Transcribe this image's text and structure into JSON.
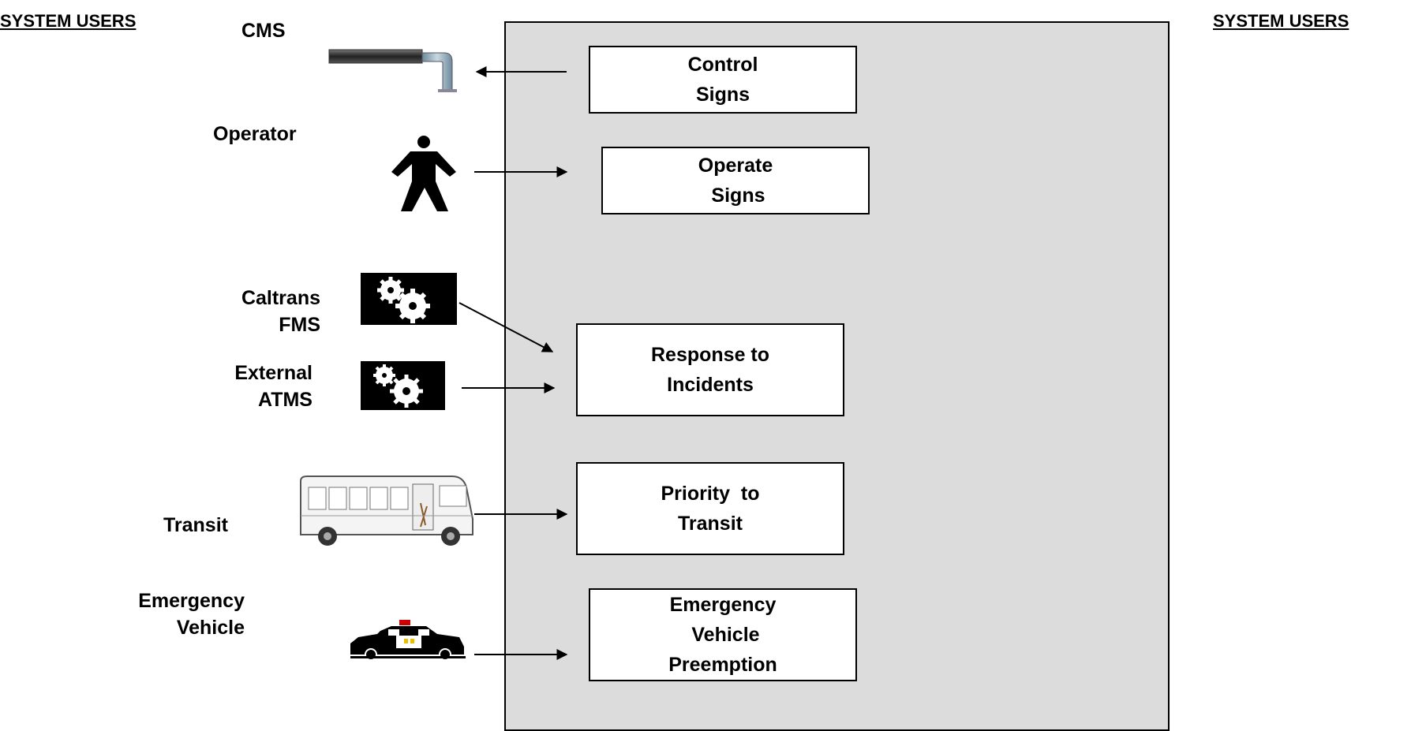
{
  "headers": {
    "left": "SYSTEM USERS",
    "right": "SYSTEM USERS"
  },
  "actors": {
    "cms": {
      "label": "CMS",
      "icon": "changeable-message-sign-icon"
    },
    "operator": {
      "label": "Operator",
      "icon": "person-icon"
    },
    "caltrans_fms": {
      "lines": [
        "Caltrans",
        "FMS"
      ],
      "icon": "gears-icon"
    },
    "external_atms": {
      "lines": [
        "External",
        "ATMS"
      ],
      "icon": "gears-icon"
    },
    "transit": {
      "label": "Transit",
      "icon": "bus-icon"
    },
    "emergency_vehicle": {
      "lines": [
        "Emergency",
        "Vehicle"
      ],
      "icon": "police-car-icon"
    }
  },
  "use_cases": {
    "control_signs": [
      "Control",
      "Signs"
    ],
    "operate_signs": [
      "Operate",
      " Signs"
    ],
    "response_to_incidents": [
      "Response to",
      "Incidents"
    ],
    "priority_to_transit": [
      "Priority  to",
      "Transit"
    ],
    "emergency_vehicle_preemption": [
      "Emergency",
      " Vehicle",
      "Preemption"
    ]
  },
  "colors": {
    "system_boundary": "#dcdcdc",
    "box_fill": "#ffffff",
    "line": "#000000"
  }
}
